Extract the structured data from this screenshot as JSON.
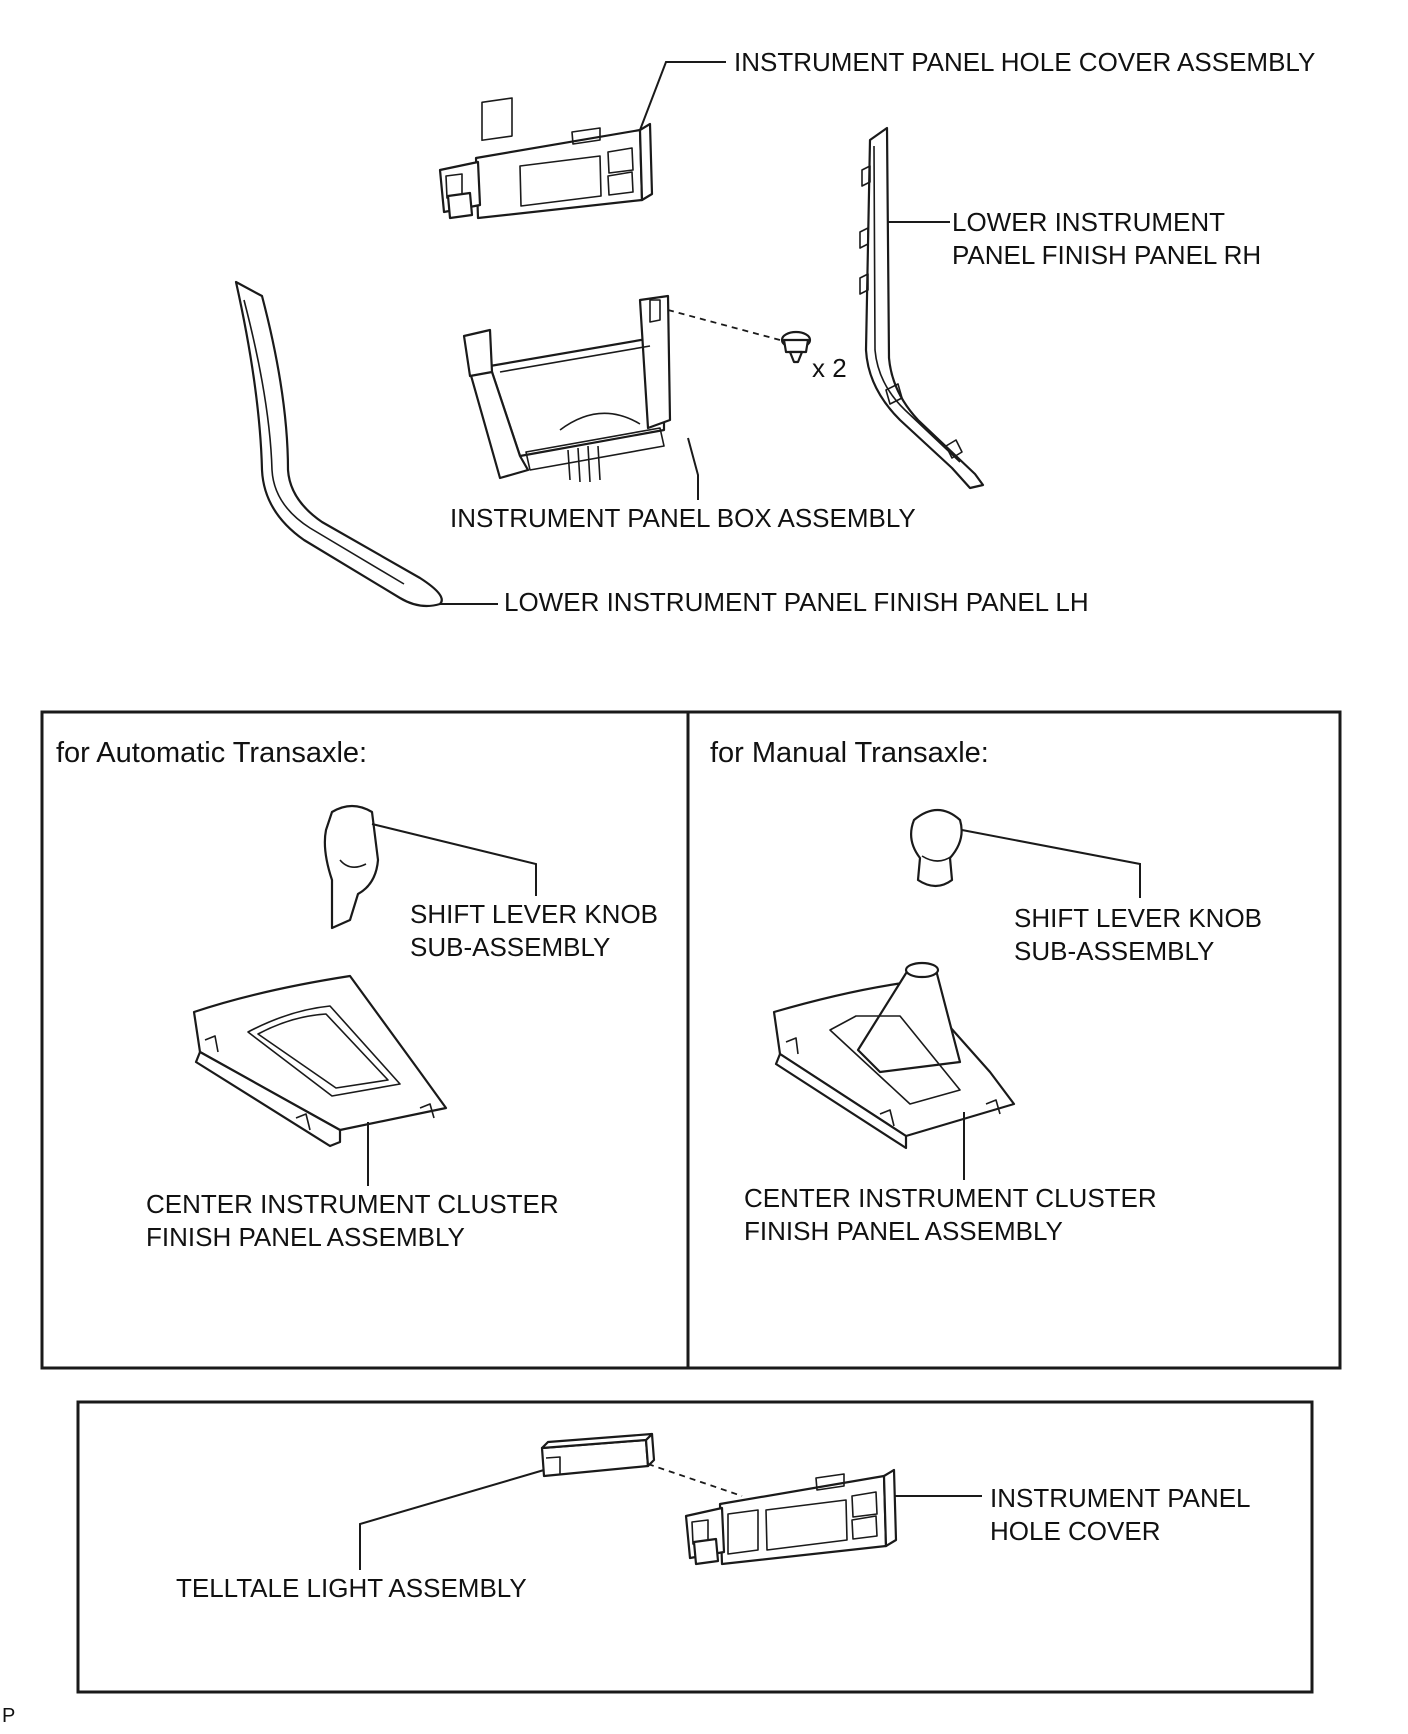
{
  "labels": {
    "hole_cover_assembly": "INSTRUMENT PANEL HOLE COVER ASSEMBLY",
    "lower_finish_rh_line1": "LOWER INSTRUMENT",
    "lower_finish_rh_line2": "PANEL FINISH PANEL RH",
    "quantity": "x 2",
    "panel_box_assembly": "INSTRUMENT PANEL BOX ASSEMBLY",
    "lower_finish_lh": "LOWER INSTRUMENT PANEL FINISH PANEL LH"
  },
  "automatic_panel": {
    "header": "for Automatic Transaxle:",
    "knob_line1": "SHIFT LEVER KNOB",
    "knob_line2": "SUB-ASSEMBLY",
    "cluster_line1": "CENTER INSTRUMENT CLUSTER",
    "cluster_line2": "FINISH PANEL ASSEMBLY"
  },
  "manual_panel": {
    "header": "for Manual Transaxle:",
    "knob_line1": "SHIFT LEVER KNOB",
    "knob_line2": "SUB-ASSEMBLY",
    "cluster_line1": "CENTER INSTRUMENT CLUSTER",
    "cluster_line2": "FINISH PANEL ASSEMBLY"
  },
  "telltale_panel": {
    "hole_cover_line1": "INSTRUMENT PANEL",
    "hole_cover_line2": "HOLE COVER",
    "telltale": "TELLTALE LIGHT ASSEMBLY"
  },
  "corner_mark": "P"
}
